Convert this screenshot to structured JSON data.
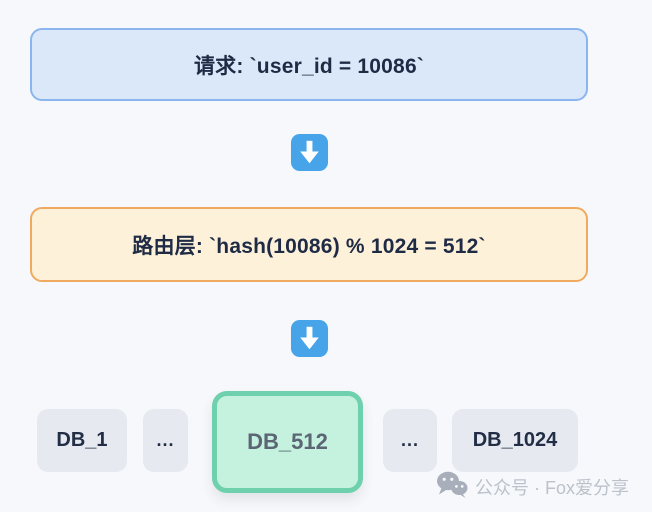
{
  "flow": {
    "request_box": {
      "label": "请求: `user_id = 10086`",
      "bg": "#dbe8fa",
      "border": "#8ab5ee",
      "text_color": "#1f2b45"
    },
    "arrow": {
      "icon": "down-arrow-emoji",
      "bg": "#47a4e9",
      "glyph_color": "#ffffff"
    },
    "routing_box": {
      "label": "路由层: `hash(10086) % 1024 = 512`",
      "bg": "#fdf1da",
      "border": "#f0aa60",
      "text_color": "#1f2b45"
    },
    "db_row": {
      "items": [
        {
          "label": "DB_1",
          "highlighted": false
        },
        {
          "label": "...",
          "highlighted": false
        },
        {
          "label": "DB_512",
          "highlighted": true
        },
        {
          "label": "...",
          "highlighted": false
        },
        {
          "label": "DB_1024",
          "highlighted": false
        }
      ],
      "normal_bg": "#e6e9f0",
      "normal_text_color": "#222e45",
      "highlight_bg": "#c4f2df",
      "highlight_border": "#6fd0ae",
      "highlight_text_color": "#5c6573"
    }
  },
  "watermark": {
    "icon": "wechat-icon",
    "text": "公众号 · Fox爱分享",
    "text_color": "#bcc2cb",
    "icon_color": "#a9afba"
  }
}
